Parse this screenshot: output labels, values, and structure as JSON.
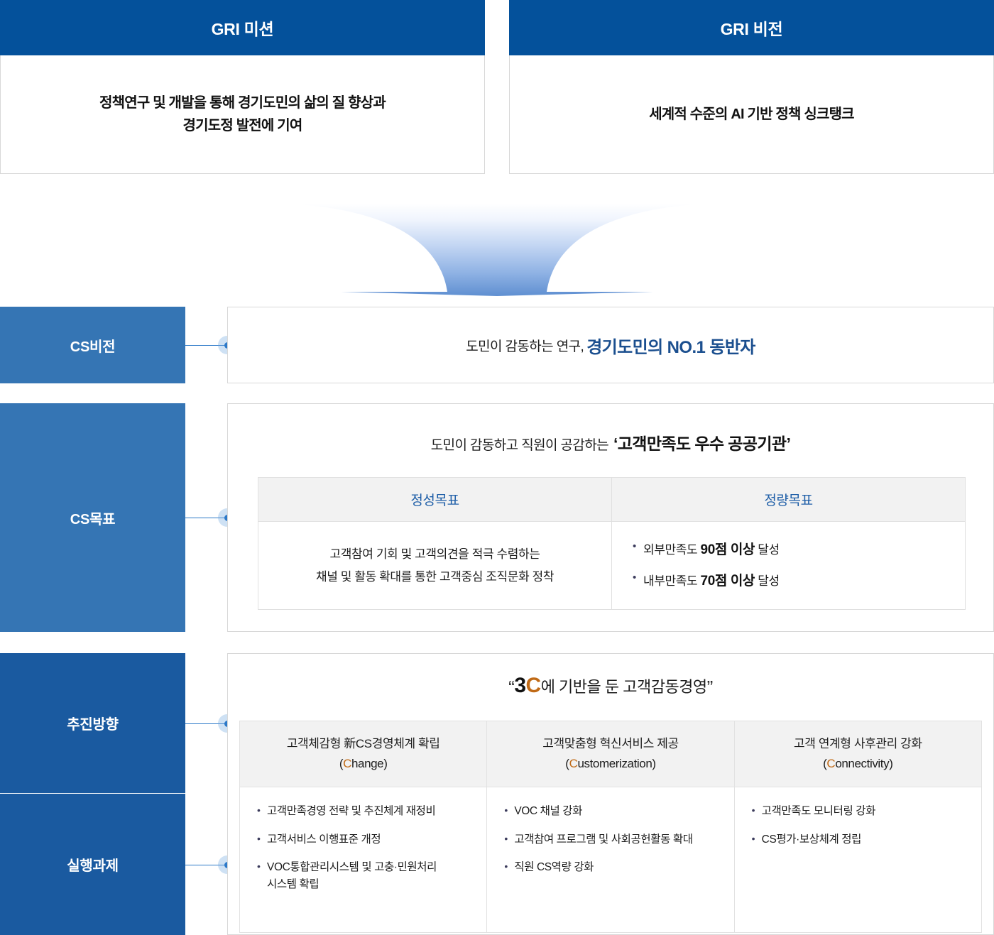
{
  "top_panels": [
    {
      "header": "GRI 미션",
      "body": "정책연구 및 개발을 통해 경기도민의 삶의 질 향상과\n경기도정 발전에 기여"
    },
    {
      "header": "GRI 비전",
      "body": "세계적 수준의 AI 기반 정책 싱크탱크"
    }
  ],
  "sidebar": {
    "vision_label": "CS비전",
    "goal_label": "CS목표",
    "direction_label": "추진방향",
    "task_label": "실행과제"
  },
  "cs_vision": {
    "plain": "도민이 감동하는 연구,",
    "accent": "경기도민의 NO.1 동반자"
  },
  "cs_goal": {
    "heading_plain": "도민이 감동하고 직원이 공감하는",
    "heading_accent": "‘고객만족도 우수 공공기관’",
    "columns": [
      "정성목표",
      "정량목표"
    ],
    "qualitative": "고객참여 기회 및 고객의견을 적극 수렴하는\n채널 및 활동 확대를 통한 고객중심 조직문화 정착",
    "quantitative": [
      {
        "pre": "외부만족도 ",
        "strong": "90점 이상",
        "post": " 달성"
      },
      {
        "pre": "내부만족도 ",
        "strong": "70점 이상",
        "post": " 달성"
      }
    ]
  },
  "cs_direction": {
    "heading": {
      "open_quote": "“",
      "three": "3",
      "c": "C",
      "rest": "에 기반을 둔 고객감동경영",
      "close_quote": "”"
    },
    "columns": [
      {
        "title": "고객체감형 新CS경영체계 확립",
        "eng_pre": "(",
        "eng_c": "C",
        "eng_rest": "hange)",
        "tasks": [
          "고객만족경영 전략 및 추진체계 재정비",
          "고객서비스 이행표준 개정",
          "VOC통합관리시스템 및 고충·민원처리\n시스템 확립"
        ]
      },
      {
        "title": "고객맞춤형 혁신서비스 제공",
        "eng_pre": "(",
        "eng_c": "C",
        "eng_rest": "ustomerization)",
        "tasks": [
          "VOC 채널 강화",
          "고객참여 프로그램 및 사회공헌활동 확대",
          "직원 CS역량 강화"
        ]
      },
      {
        "title": "고객 연계형 사후관리 강화",
        "eng_pre": "(",
        "eng_c": "C",
        "eng_rest": "onnectivity)",
        "tasks": [
          "고객만족도 모니터링 강화",
          "CS평가·보상체계 정립"
        ]
      }
    ]
  },
  "colors": {
    "header_blue": "#04519b",
    "label_blue_light": "#3575b4",
    "label_blue_dark": "#1a5aa0",
    "accent_navy": "#1b4f8f",
    "accent_orange": "#c06a16",
    "table_header_gray": "#f2f2f2",
    "border_gray": "#d8d8d8",
    "connector_blue": "#2c79c8"
  },
  "icons": {
    "down_arrow": "down-arrow-icon",
    "connector_dot": "connector-dot-icon"
  }
}
